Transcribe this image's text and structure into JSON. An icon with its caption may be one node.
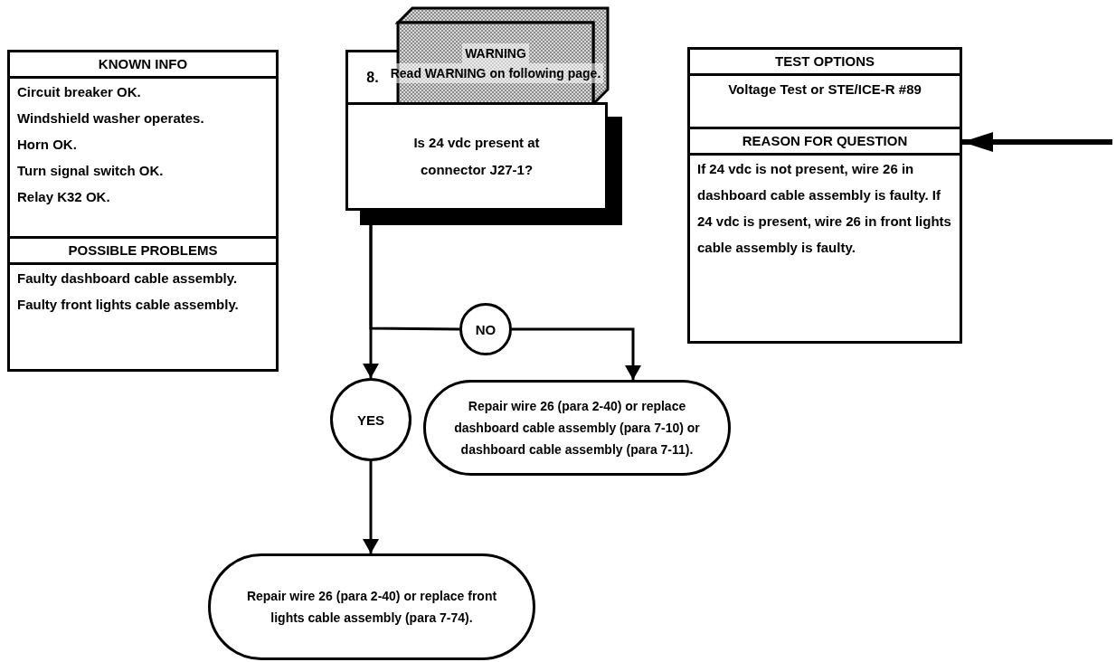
{
  "diagram": {
    "nodes": [
      {
        "text": [
          "KNOWN INFO",
          "Circuit breaker OK.",
          "Windshield washer operates.",
          "Horn OK.",
          "Turn signal switch OK.",
          "Relay K32 OK."
        ]
      },
      {
        "text": [
          "POSSIBLE PROBLEMS",
          "Faulty dashboard cable assembly.",
          "Faulty front lights cable assembly."
        ]
      },
      {
        "text": [
          "8."
        ]
      },
      {
        "text": [
          "WARNING",
          "Read WARNING on following page."
        ]
      },
      {
        "text": [
          "Is 24 vdc present at connector J27-1?"
        ]
      },
      {
        "text": [
          "TEST OPTIONS",
          "Voltage Test or STE/ICE-R #89"
        ]
      },
      {
        "text": [
          "REASON FOR QUESTION",
          "If 24 vdc is not present, wire 26 in dashboard cable assembly is faulty. If 24 vdc is present, wire 26 in front lights cable assembly is faulty."
        ]
      },
      {
        "text": [
          "NO"
        ]
      },
      {
        "text": [
          "Repair wire 26 (para 2-40) or replace dashboard cable assembly (para 7-10) or dashboard cable assembly (para 7-11)."
        ]
      },
      {
        "text": [
          "YES"
        ]
      },
      {
        "text": [
          "Repair wire 26 (para 2-40) or replace front lights cable assembly (para 7-74)."
        ]
      }
    ],
    "edges": [
      {
        "from": 4,
        "to": 9,
        "arrow": "to"
      },
      {
        "from": 4,
        "to": 7,
        "arrow": "none"
      },
      {
        "from": 7,
        "to": 8,
        "arrow": "to"
      },
      {
        "from": 9,
        "to": 10,
        "arrow": "to"
      },
      {
        "from": null,
        "to": 6,
        "arrow": "to",
        "style": "thick"
      }
    ]
  }
}
